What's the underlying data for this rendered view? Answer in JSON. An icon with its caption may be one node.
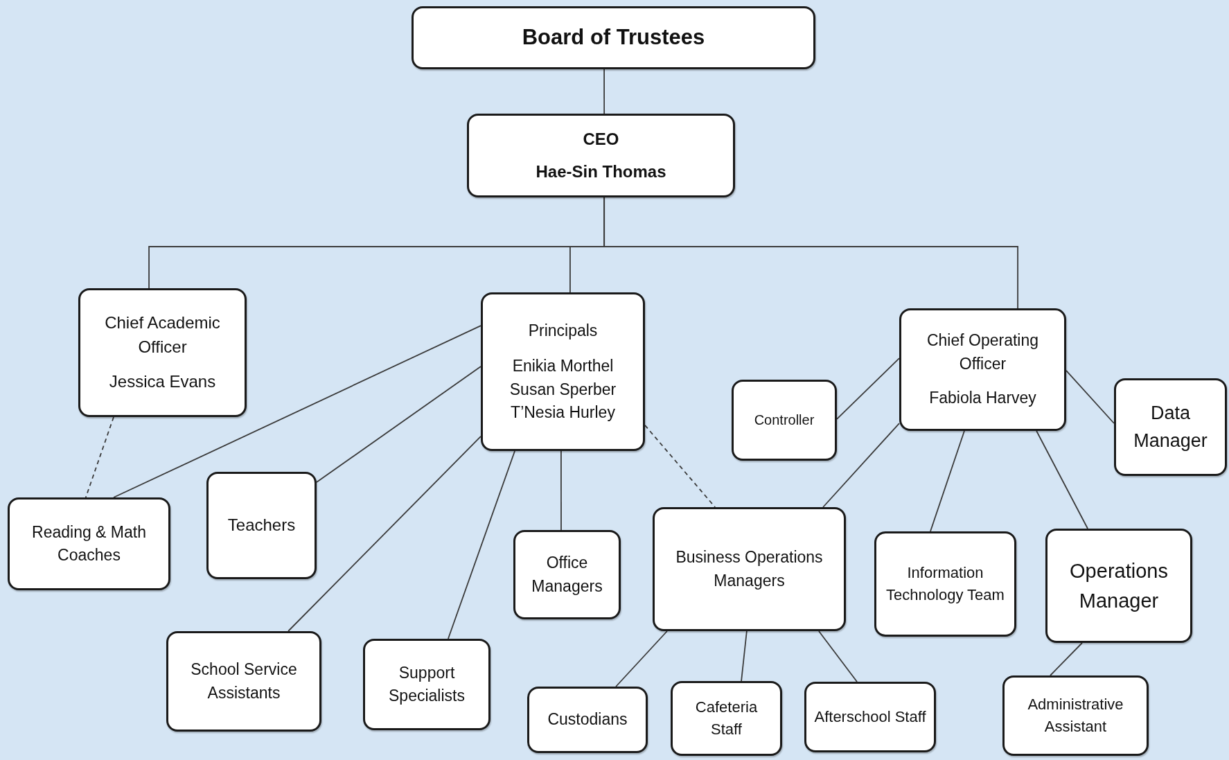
{
  "diagram": {
    "nodes": [
      {
        "text": [
          "Board of Trustees"
        ]
      },
      {
        "text": [
          "CEO",
          "Hae-Sin Thomas"
        ]
      },
      {
        "text": [
          "Chief Academic Officer",
          "Jessica Evans"
        ]
      },
      {
        "text": [
          "Principals",
          "Enikia Morthel Susan Sperber T’Nesia Hurley"
        ]
      },
      {
        "text": [
          "Chief Operating Officer",
          "Fabiola Harvey"
        ]
      },
      {
        "text": [
          "Controller"
        ]
      },
      {
        "text": [
          "Data Manager"
        ]
      },
      {
        "text": [
          "Reading & Math Coaches"
        ]
      },
      {
        "text": [
          "Teachers"
        ]
      },
      {
        "text": [
          "Office Managers"
        ]
      },
      {
        "text": [
          "Business Operations Managers"
        ]
      },
      {
        "text": [
          "Information Technology Team"
        ]
      },
      {
        "text": [
          "Operations Manager"
        ]
      },
      {
        "text": [
          "School Service Assistants"
        ]
      },
      {
        "text": [
          "Support Specialists"
        ]
      },
      {
        "text": [
          "Custodians"
        ]
      },
      {
        "text": [
          "Cafeteria Staff"
        ]
      },
      {
        "text": [
          "Afterschool Staff"
        ]
      },
      {
        "text": [
          "Administrative Assistant"
        ]
      }
    ],
    "edges": [
      {
        "from": 0,
        "to": 1,
        "arrow": "none"
      },
      {
        "from": 1,
        "to": 2,
        "arrow": "none"
      },
      {
        "from": 1,
        "to": 3,
        "arrow": "none"
      },
      {
        "from": 1,
        "to": 4,
        "arrow": "none"
      },
      {
        "from": 2,
        "to": 7,
        "arrow": "none",
        "style": "dashed"
      },
      {
        "from": 3,
        "to": 7,
        "arrow": "none"
      },
      {
        "from": 3,
        "to": 8,
        "arrow": "none"
      },
      {
        "from": 3,
        "to": 13,
        "arrow": "none"
      },
      {
        "from": 3,
        "to": 14,
        "arrow": "none"
      },
      {
        "from": 3,
        "to": 9,
        "arrow": "none"
      },
      {
        "from": 3,
        "to": 10,
        "arrow": "none",
        "style": "dashed"
      },
      {
        "from": 4,
        "to": 5,
        "arrow": "none"
      },
      {
        "from": 4,
        "to": 6,
        "arrow": "none"
      },
      {
        "from": 4,
        "to": 10,
        "arrow": "none"
      },
      {
        "from": 4,
        "to": 11,
        "arrow": "none"
      },
      {
        "from": 4,
        "to": 12,
        "arrow": "none"
      },
      {
        "from": 10,
        "to": 15,
        "arrow": "none"
      },
      {
        "from": 10,
        "to": 16,
        "arrow": "none"
      },
      {
        "from": 10,
        "to": 17,
        "arrow": "none"
      },
      {
        "from": 12,
        "to": 18,
        "arrow": "none"
      }
    ]
  }
}
